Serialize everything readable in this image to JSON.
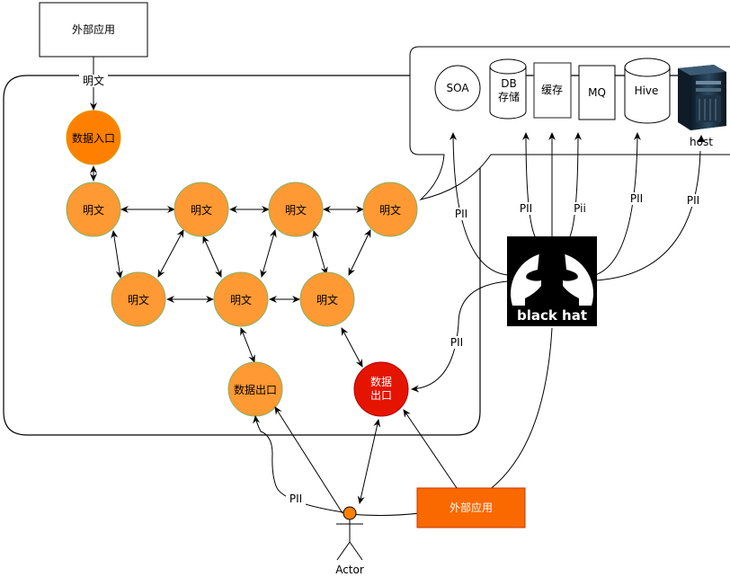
{
  "diagram": {
    "top_external_app": {
      "label": "外部应用"
    },
    "top_edge_label": "明文",
    "entry_node": {
      "label": "数据入口",
      "color": "#FF8000"
    },
    "plaintext_nodes": [
      {
        "id": "p1",
        "label": "明文"
      },
      {
        "id": "p2",
        "label": "明文"
      },
      {
        "id": "p3",
        "label": "明文"
      },
      {
        "id": "p4",
        "label": "明文"
      },
      {
        "id": "p5",
        "label": "明文"
      },
      {
        "id": "p6",
        "label": "明文"
      },
      {
        "id": "p7",
        "label": "明文"
      }
    ],
    "node_fill": "#FF9933",
    "node_stroke": "#82B366",
    "exit_node_normal": {
      "label": "数据出口"
    },
    "exit_node_leaked": {
      "label_line1": "数据",
      "label_line2": "出口",
      "color": "#E51400"
    },
    "storage": {
      "soa": "SOA",
      "db_line1": "DB",
      "db_line2": "存储",
      "cache": "缓存",
      "mq": "MQ",
      "hive": "Hive",
      "host": "host"
    },
    "attacker": {
      "label": "black hat"
    },
    "pii_labels": [
      "PII",
      "PII",
      "Pii",
      "PII",
      "PII",
      "PII",
      "PII"
    ],
    "bottom_external_app": {
      "label": "外部应用",
      "color": "#FA6800"
    },
    "actor": {
      "label": "Actor",
      "head_color": "#FF8000"
    }
  }
}
